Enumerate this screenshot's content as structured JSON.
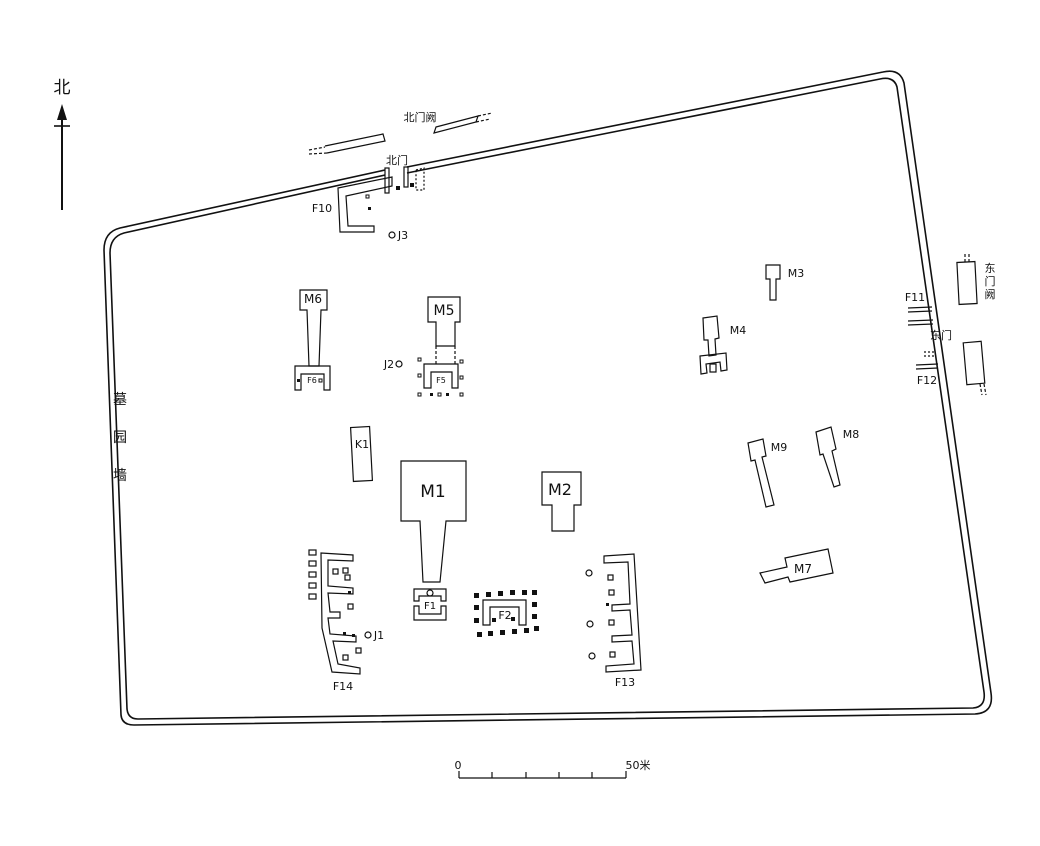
{
  "north": {
    "label": "北"
  },
  "wall": {
    "label_chars": [
      "墓",
      "园",
      "墙"
    ]
  },
  "gates": {
    "north_gate": "北门",
    "north_gate_tower": "北门阙",
    "east_gate": "东门",
    "east_gate_tower_chars": [
      "东",
      "门",
      "阙"
    ]
  },
  "tombs": {
    "m1": "M1",
    "m2": "M2",
    "m3": "M3",
    "m4": "M4",
    "m5": "M5",
    "m6": "M6",
    "m7": "M7",
    "m8": "M8",
    "m9": "M9"
  },
  "buildings": {
    "f1": "F1",
    "f2": "F2",
    "f5": "F5",
    "f6": "F6",
    "f10": "F10",
    "f11": "F11",
    "f12": "F12",
    "f13": "F13",
    "f14": "F14"
  },
  "wells": {
    "j1": "J1",
    "j2": "J2",
    "j3": "J3"
  },
  "pits": {
    "k1": "K1"
  },
  "scale": {
    "start": "0",
    "end": "50米"
  }
}
